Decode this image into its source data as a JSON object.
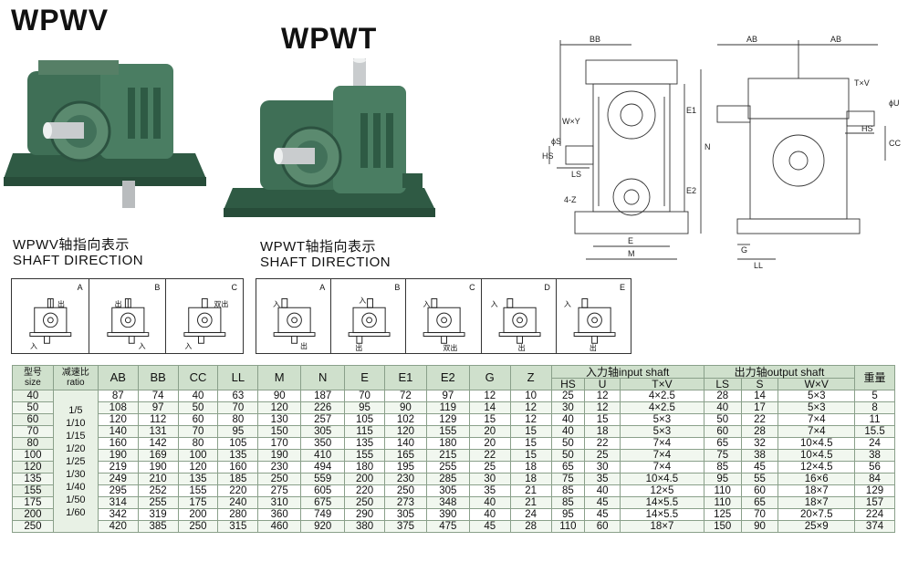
{
  "titles": {
    "wpwv": "WPWV",
    "wpwt": "WPWT"
  },
  "captions": {
    "wpwv_cn": "WPWV轴指向表示",
    "wpwv_en": "SHAFT DIRECTION",
    "wpwt_cn": "WPWT轴指向表示",
    "wpwt_en": "SHAFT DIRECTION"
  },
  "shaft_direction": {
    "wpwv": [
      {
        "letter": "A",
        "labels": [
          "出",
          "入"
        ]
      },
      {
        "letter": "B",
        "labels": [
          "出",
          "入"
        ]
      },
      {
        "letter": "C",
        "labels": [
          "双出",
          "入"
        ]
      }
    ],
    "wpwt": [
      {
        "letter": "A",
        "labels": [
          "入",
          "出"
        ]
      },
      {
        "letter": "B",
        "labels": [
          "入",
          "出"
        ]
      },
      {
        "letter": "C",
        "labels": [
          "入",
          "双出"
        ]
      },
      {
        "letter": "D",
        "labels": [
          "入",
          "出"
        ]
      },
      {
        "letter": "E",
        "labels": [
          "入",
          "出"
        ]
      }
    ]
  },
  "drawing_labels": {
    "bb": "BB",
    "ab1": "AB",
    "ab2": "AB",
    "wxy": "W×Y",
    "txv": "T×V",
    "phi_u": "ϕU",
    "hs_left": "HS",
    "hs_right": "HS",
    "ls": "LS",
    "phi_s": "ϕS",
    "cc": "CC",
    "n": "N",
    "e1": "E1",
    "e2": "E2",
    "four_z": "4-Z",
    "e": "E",
    "m": "M",
    "g": "G",
    "ll": "LL"
  },
  "table": {
    "headers": {
      "size_cn": "型号",
      "size_en": "size",
      "ratio_cn": "减速比",
      "ratio_en": "ratio",
      "ab": "AB",
      "bb": "BB",
      "cc": "CC",
      "ll": "LL",
      "m": "M",
      "n": "N",
      "e": "E",
      "e1": "E1",
      "e2": "E2",
      "g": "G",
      "z": "Z",
      "input_group": "入力轴input shaft",
      "output_group": "出力轴output shaft",
      "weight": "重量",
      "hs": "HS",
      "u": "U",
      "txv": "T×V",
      "ls": "LS",
      "s": "S",
      "wxv": "W×V"
    },
    "ratios": [
      "1/5",
      "1/10",
      "1/15",
      "1/20",
      "1/25",
      "1/30",
      "1/40",
      "1/50",
      "1/60"
    ],
    "rows": [
      [
        "40",
        "87",
        "74",
        "40",
        "63",
        "90",
        "187",
        "70",
        "72",
        "97",
        "12",
        "10",
        "25",
        "12",
        "4×2.5",
        "28",
        "14",
        "5×3",
        "5"
      ],
      [
        "50",
        "108",
        "97",
        "50",
        "70",
        "120",
        "226",
        "95",
        "90",
        "119",
        "14",
        "12",
        "30",
        "12",
        "4×2.5",
        "40",
        "17",
        "5×3",
        "8"
      ],
      [
        "60",
        "120",
        "112",
        "60",
        "80",
        "130",
        "257",
        "105",
        "102",
        "129",
        "15",
        "12",
        "40",
        "15",
        "5×3",
        "50",
        "22",
        "7×4",
        "11"
      ],
      [
        "70",
        "140",
        "131",
        "70",
        "95",
        "150",
        "305",
        "115",
        "120",
        "155",
        "20",
        "15",
        "40",
        "18",
        "5×3",
        "60",
        "28",
        "7×4",
        "15.5"
      ],
      [
        "80",
        "160",
        "142",
        "80",
        "105",
        "170",
        "350",
        "135",
        "140",
        "180",
        "20",
        "15",
        "50",
        "22",
        "7×4",
        "65",
        "32",
        "10×4.5",
        "24"
      ],
      [
        "100",
        "190",
        "169",
        "100",
        "135",
        "190",
        "410",
        "155",
        "165",
        "215",
        "22",
        "15",
        "50",
        "25",
        "7×4",
        "75",
        "38",
        "10×4.5",
        "38"
      ],
      [
        "120",
        "219",
        "190",
        "120",
        "160",
        "230",
        "494",
        "180",
        "195",
        "255",
        "25",
        "18",
        "65",
        "30",
        "7×4",
        "85",
        "45",
        "12×4.5",
        "56"
      ],
      [
        "135",
        "249",
        "210",
        "135",
        "185",
        "250",
        "559",
        "200",
        "230",
        "285",
        "30",
        "18",
        "75",
        "35",
        "10×4.5",
        "95",
        "55",
        "16×6",
        "84"
      ],
      [
        "155",
        "295",
        "252",
        "155",
        "220",
        "275",
        "605",
        "220",
        "250",
        "305",
        "35",
        "21",
        "85",
        "40",
        "12×5",
        "110",
        "60",
        "18×7",
        "129"
      ],
      [
        "175",
        "314",
        "255",
        "175",
        "240",
        "310",
        "675",
        "250",
        "273",
        "348",
        "40",
        "21",
        "85",
        "45",
        "14×5.5",
        "110",
        "65",
        "18×7",
        "157"
      ],
      [
        "200",
        "342",
        "319",
        "200",
        "280",
        "360",
        "749",
        "290",
        "305",
        "390",
        "40",
        "24",
        "95",
        "45",
        "14×5.5",
        "125",
        "70",
        "20×7.5",
        "224"
      ],
      [
        "250",
        "420",
        "385",
        "250",
        "315",
        "460",
        "920",
        "380",
        "375",
        "475",
        "45",
        "28",
        "110",
        "60",
        "18×7",
        "150",
        "90",
        "25×9",
        "374"
      ]
    ]
  },
  "colors": {
    "header_bg": "#cfe0cc",
    "row_alt": "#f1f7ef",
    "gearbox_green": "#3f6f56",
    "drawing_line": "#333333"
  }
}
